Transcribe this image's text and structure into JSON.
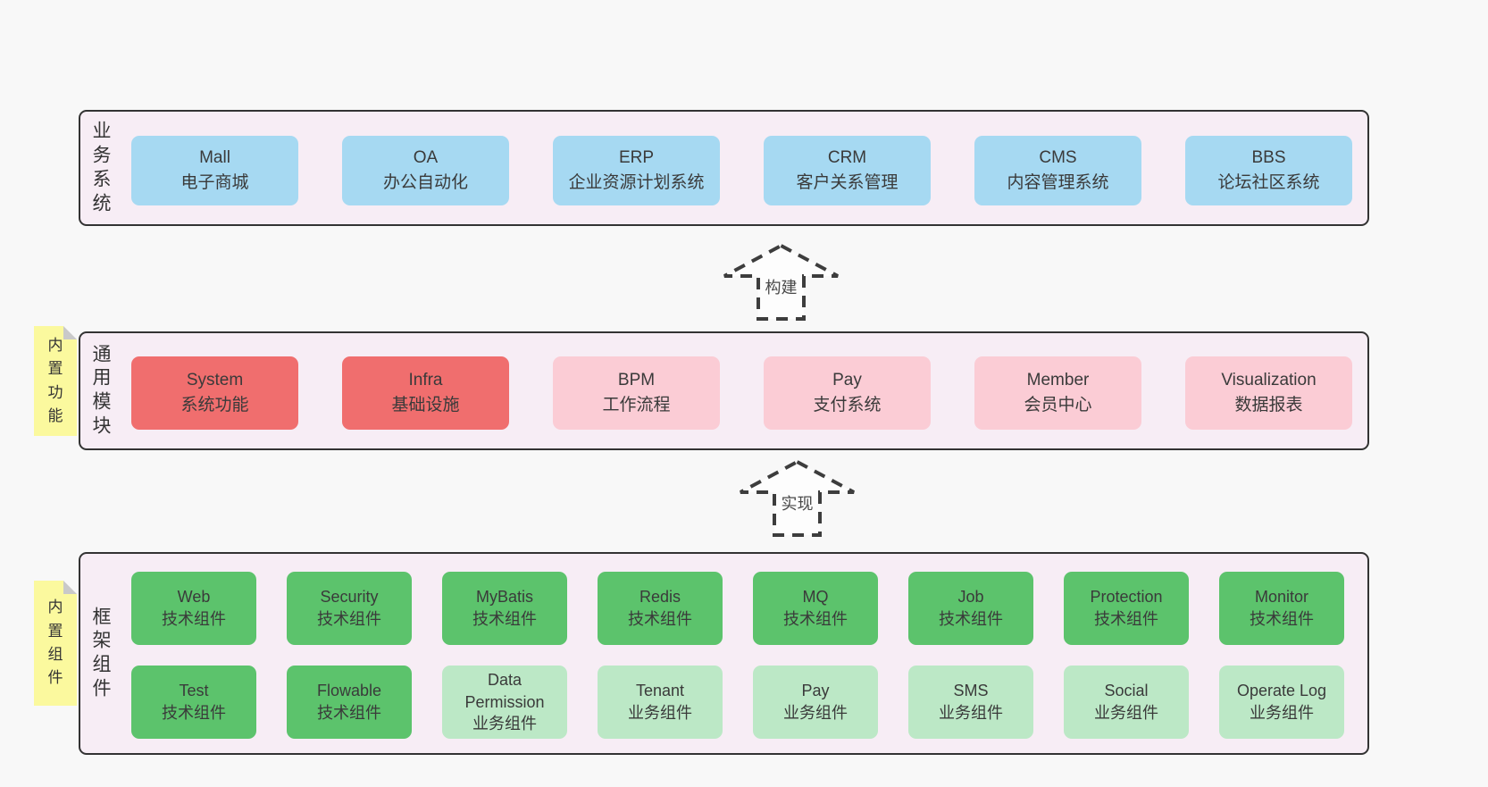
{
  "colors": {
    "page_bg": "#f8f8f8",
    "container_bg": "#f7edf5",
    "container_border": "#333333",
    "blue": "#a6d9f2",
    "red": "#f06e6e",
    "pink": "#fbccd5",
    "green_dark": "#5cc36c",
    "green_light": "#bce8c6",
    "sticky_bg": "#fbf99e",
    "sticky_fold": "#c9c9c9",
    "text": "#3a3a3a",
    "arrow_stroke": "#3d3d3d",
    "arrow_fill": "#fdfdfd"
  },
  "arrows": [
    {
      "label": "构建"
    },
    {
      "label": "实现"
    }
  ],
  "bands": [
    {
      "label": "业务系统",
      "sticky": null,
      "box_rows": [
        [
          {
            "title": "Mall",
            "subtitle": "电子商城",
            "variant": "blue"
          },
          {
            "title": "OA",
            "subtitle": "办公自动化",
            "variant": "blue"
          },
          {
            "title": "ERP",
            "subtitle": "企业资源计划系统",
            "variant": "blue"
          },
          {
            "title": "CRM",
            "subtitle": "客户关系管理",
            "variant": "blue"
          },
          {
            "title": "CMS",
            "subtitle": "内容管理系统",
            "variant": "blue"
          },
          {
            "title": "BBS",
            "subtitle": "论坛社区系统",
            "variant": "blue"
          }
        ]
      ]
    },
    {
      "label": "通用模块",
      "sticky": "内置功能",
      "box_rows": [
        [
          {
            "title": "System",
            "subtitle": "系统功能",
            "variant": "red"
          },
          {
            "title": "Infra",
            "subtitle": "基础设施",
            "variant": "red"
          },
          {
            "title": "BPM",
            "subtitle": "工作流程",
            "variant": "pink"
          },
          {
            "title": "Pay",
            "subtitle": "支付系统",
            "variant": "pink"
          },
          {
            "title": "Member",
            "subtitle": "会员中心",
            "variant": "pink"
          },
          {
            "title": "Visualization",
            "subtitle": "数据报表",
            "variant": "pink"
          }
        ]
      ]
    },
    {
      "label": "框架组件",
      "sticky": "内置组件",
      "box_rows": [
        [
          {
            "title": "Web",
            "subtitle": "技术组件",
            "variant": "green_dark"
          },
          {
            "title": "Security",
            "subtitle": "技术组件",
            "variant": "green_dark"
          },
          {
            "title": "MyBatis",
            "subtitle": "技术组件",
            "variant": "green_dark"
          },
          {
            "title": "Redis",
            "subtitle": "技术组件",
            "variant": "green_dark"
          },
          {
            "title": "MQ",
            "subtitle": "技术组件",
            "variant": "green_dark"
          },
          {
            "title": "Job",
            "subtitle": "技术组件",
            "variant": "green_dark"
          },
          {
            "title": "Protection",
            "subtitle": "技术组件",
            "variant": "green_dark"
          },
          {
            "title": "Monitor",
            "subtitle": "技术组件",
            "variant": "green_dark"
          }
        ],
        [
          {
            "title": "Test",
            "subtitle": "技术组件",
            "variant": "green_dark"
          },
          {
            "title": "Flowable",
            "subtitle": "技术组件",
            "variant": "green_dark"
          },
          {
            "title": "Data Permission",
            "subtitle": "业务组件",
            "variant": "green_light"
          },
          {
            "title": "Tenant",
            "subtitle": "业务组件",
            "variant": "green_light"
          },
          {
            "title": "Pay",
            "subtitle": "业务组件",
            "variant": "green_light"
          },
          {
            "title": "SMS",
            "subtitle": "业务组件",
            "variant": "green_light"
          },
          {
            "title": "Social",
            "subtitle": "业务组件",
            "variant": "green_light"
          },
          {
            "title": "Operate Log",
            "subtitle": "业务组件",
            "variant": "green_light"
          }
        ]
      ]
    }
  ]
}
